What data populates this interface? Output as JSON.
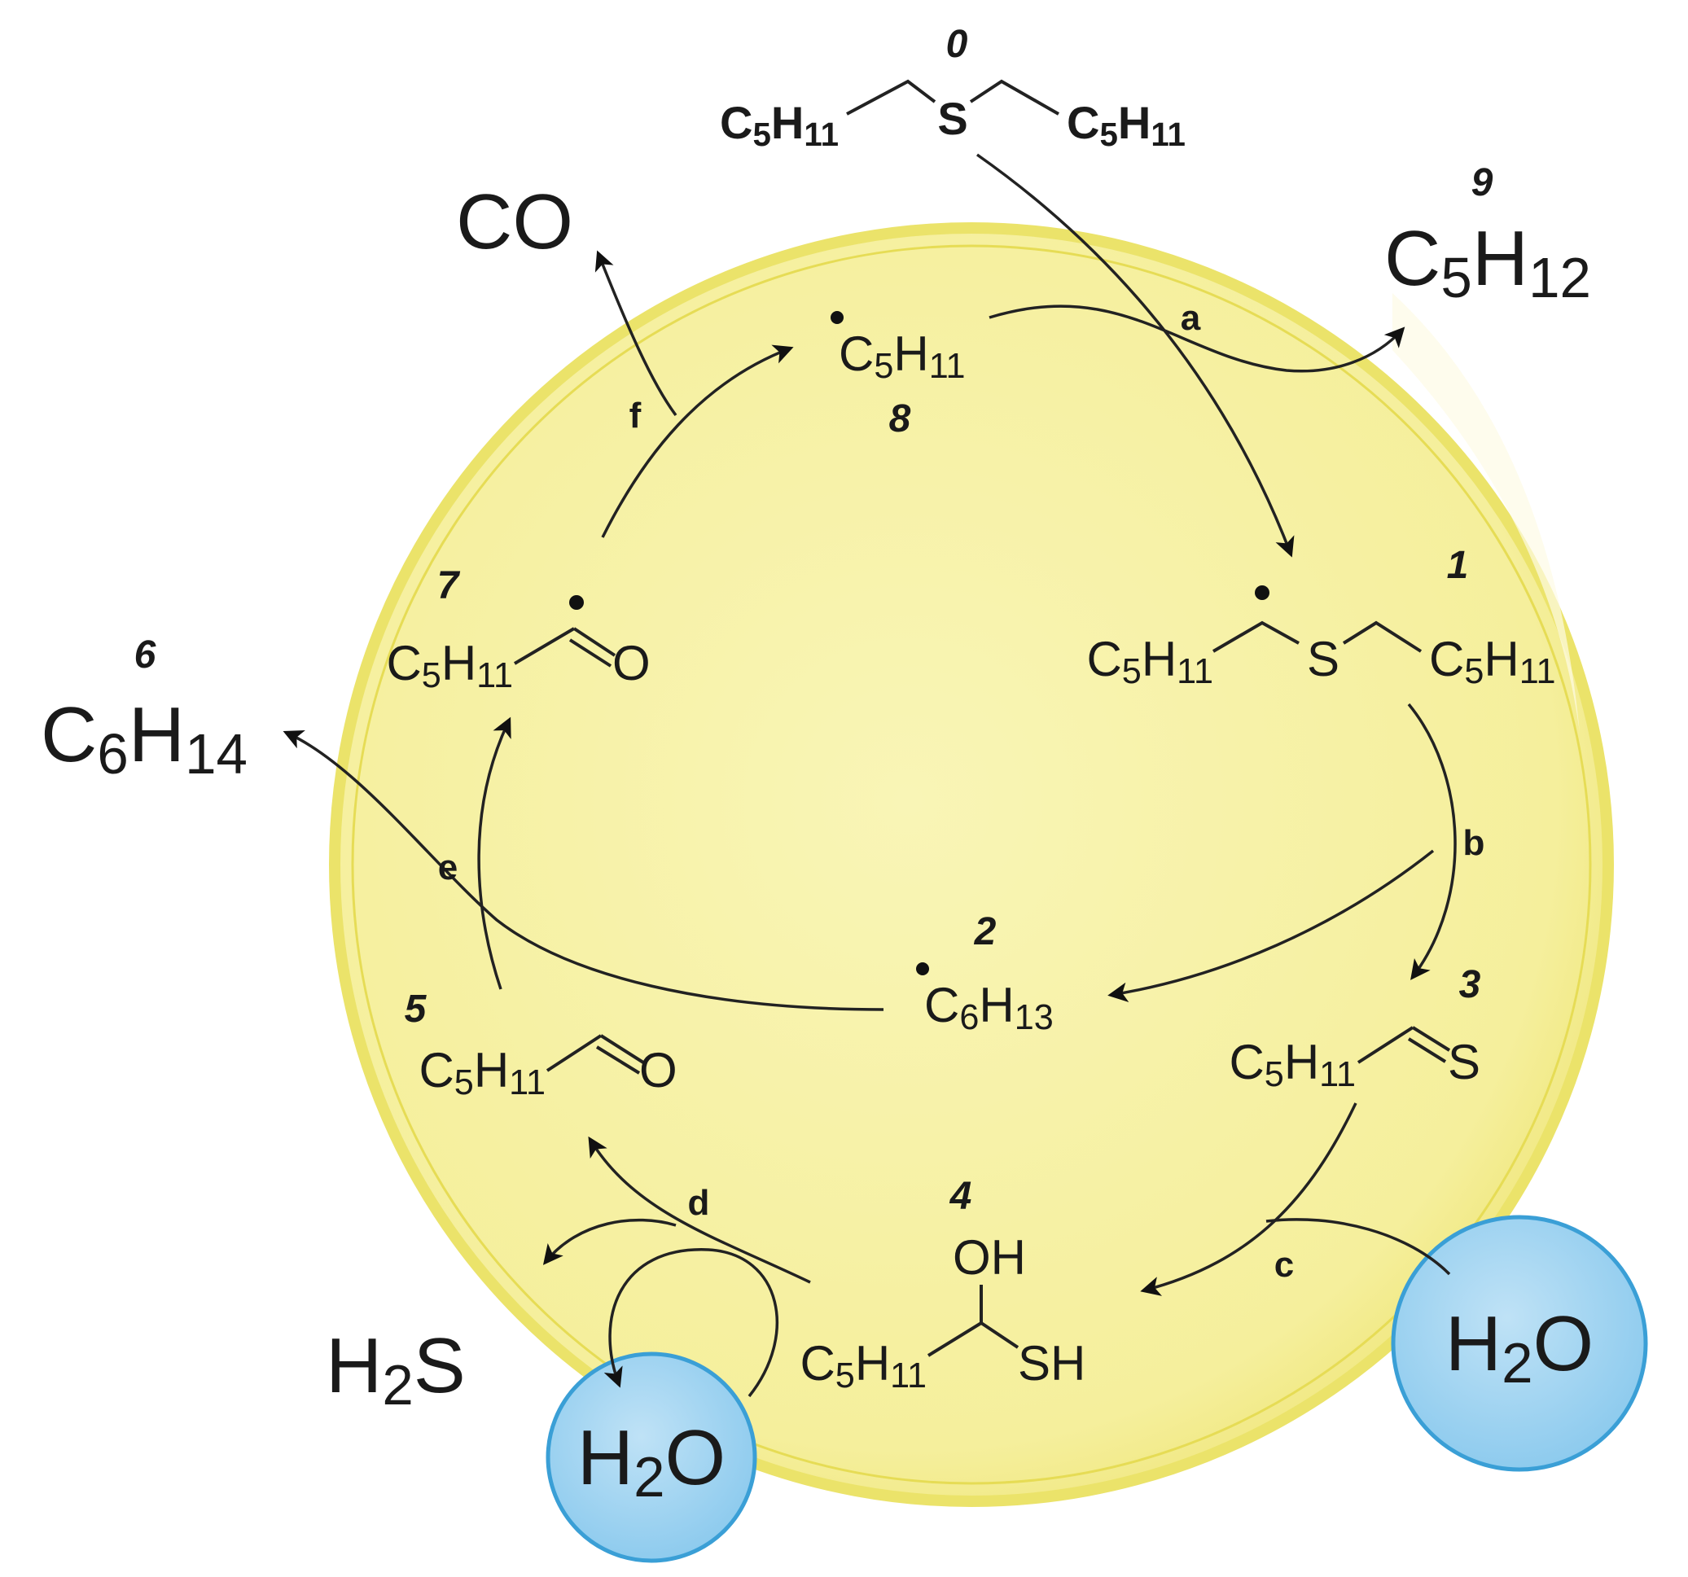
{
  "reactant": {
    "number": "0",
    "left": "C5H11",
    "atom": "S",
    "right": "C5H11"
  },
  "product_c5h12": {
    "number": "9",
    "formula": "C5H12"
  },
  "product_co": {
    "formula": "CO"
  },
  "product_c6h14": {
    "number": "6",
    "formula": "C6H14"
  },
  "product_h2s": {
    "formula": "H2S"
  },
  "species": {
    "s1": {
      "number": "1",
      "left": "C5H11",
      "atom": "S",
      "right": "C5H11"
    },
    "s2": {
      "number": "2",
      "formula": "C6H13"
    },
    "s3": {
      "number": "3",
      "left": "C5H11",
      "atom": "S"
    },
    "s4": {
      "number": "4",
      "left": "C5H11",
      "oh": "OH",
      "sh": "SH"
    },
    "s5": {
      "number": "5",
      "left": "C5H11",
      "atom": "O"
    },
    "s7": {
      "number": "7",
      "left": "C5H11",
      "atom": "O"
    },
    "s8": {
      "number": "8",
      "formula": "C5H11"
    }
  },
  "water": {
    "right": "H2O",
    "bottom": "H2O"
  },
  "steps": {
    "a": "a",
    "b": "b",
    "c": "c",
    "d": "d",
    "e": "e",
    "f": "f"
  },
  "colors": {
    "droplet_fill": "#f7f2a8",
    "droplet_edge": "#ece46a",
    "water_fill": "#a9d5ef",
    "water_edge": "#3a9fd6"
  }
}
